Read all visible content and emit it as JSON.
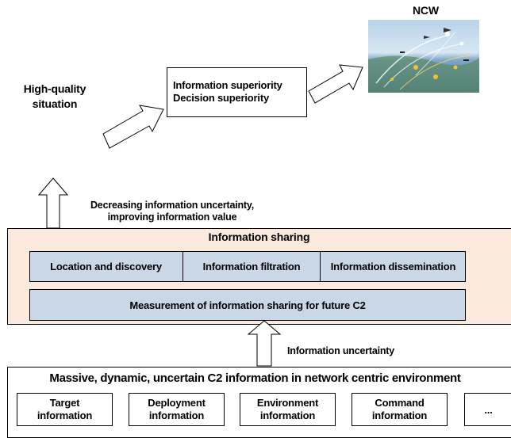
{
  "top": {
    "ncw_label": "NCW",
    "situation_label_line1": "High-quality",
    "situation_label_line2": "situation",
    "superiority_line1": "Information superiority",
    "superiority_line2": "Decision superiority"
  },
  "arrow_up_label": {
    "line1": "Decreasing information uncertainty,",
    "line2": "improving information value"
  },
  "sharing": {
    "title": "Information sharing",
    "modules": [
      "Location and discovery",
      "Information filtration",
      "Information dissemination"
    ],
    "measurement": "Measurement of information sharing for future C2"
  },
  "uncertainty_label": "Information uncertainty",
  "environment": {
    "title": "Massive, dynamic, uncertain C2 information in network centric environment",
    "items": [
      {
        "line1": "Target",
        "line2": "information"
      },
      {
        "line1": "Deployment",
        "line2": "information"
      },
      {
        "line1": "Environment",
        "line2": "information"
      },
      {
        "line1": "Command",
        "line2": "information"
      },
      {
        "line1": "...",
        "line2": ""
      }
    ]
  },
  "colors": {
    "sharing_bg": "#fce9dd",
    "module_bg": "#c9d7e6",
    "border": "#000000"
  }
}
